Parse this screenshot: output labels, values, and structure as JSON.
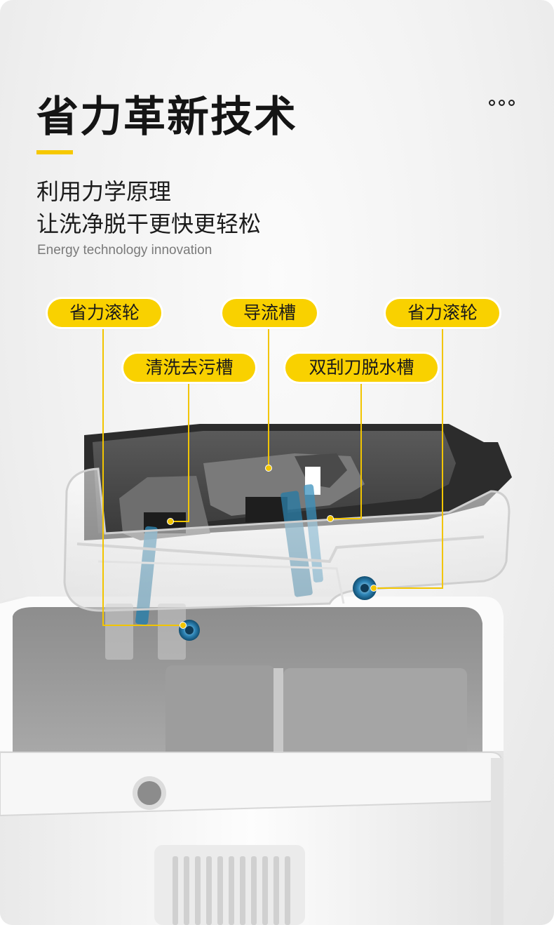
{
  "header": {
    "title": "省力革新技术",
    "subtitle_line1": "利用力学原理",
    "subtitle_line2": "让洗净脱干更快更轻松",
    "english": "Energy technology innovation"
  },
  "callouts": {
    "roller_left": "省力滚轮",
    "guide_channel": "导流槽",
    "roller_right": "省力滚轮",
    "wash_channel": "清洗去污槽",
    "scraper_channel": "双刮刀脱水槽"
  },
  "colors": {
    "accent": "#f9d100",
    "title": "#151515",
    "subtitle": "#1b1b1b",
    "english": "#7a7a7a"
  },
  "icons": {
    "more": "more-dots-icon"
  }
}
